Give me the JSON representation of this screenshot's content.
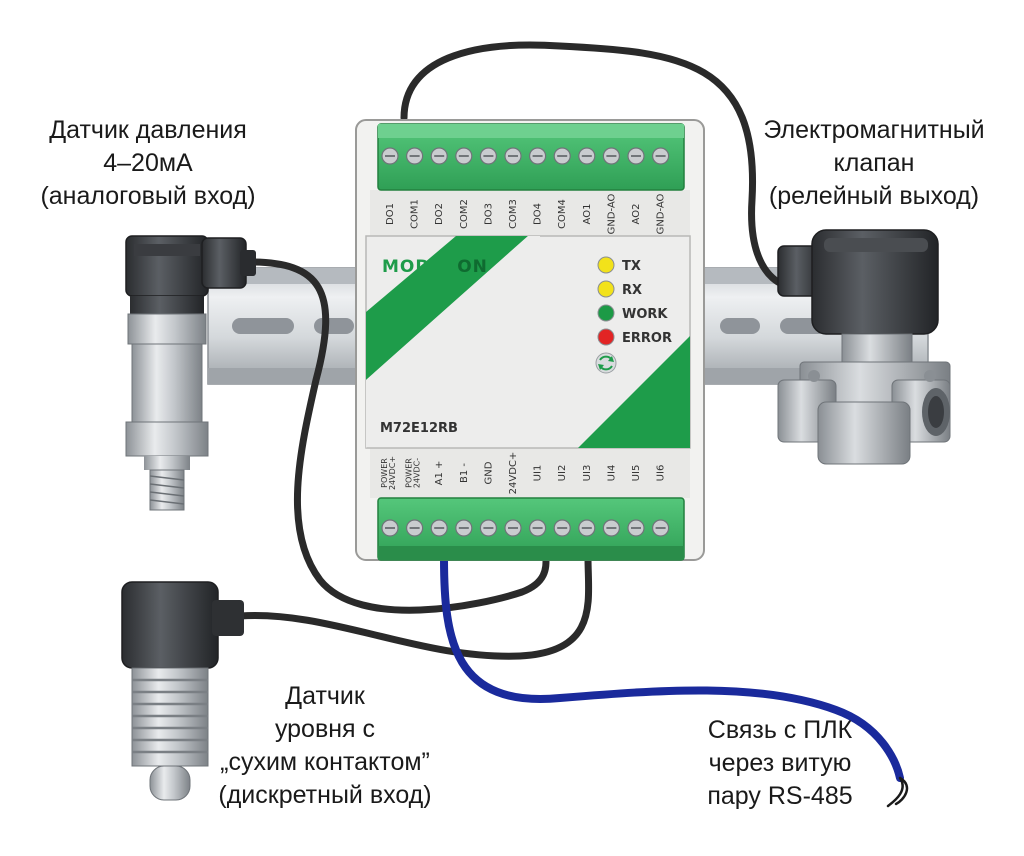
{
  "device": {
    "brand_a": "MODER",
    "brand_b": "ON",
    "model": "M72E12RB",
    "leds": [
      {
        "label": "TX",
        "color": "#f2e21a"
      },
      {
        "label": "RX",
        "color": "#f2e21a"
      },
      {
        "label": "WORK",
        "color": "#1c9a46"
      },
      {
        "label": "ERROR",
        "color": "#e22424"
      }
    ],
    "top_terminals": [
      "DO1",
      "COM1",
      "DO2",
      "COM2",
      "DO3",
      "COM3",
      "DO4",
      "COM4",
      "AO1",
      "GND-AO",
      "AO2",
      "GND-AO"
    ],
    "bottom_terminals": [
      "POWER 24VDC+",
      "POWER 24VDC-",
      "A1 +",
      "B1 -",
      "GND",
      "24VDC+",
      "UI1",
      "UI2",
      "UI3",
      "UI4",
      "UI5",
      "UI6"
    ]
  },
  "labels": {
    "pressure_sensor": [
      "Датчик давления",
      "4–20мА",
      "(аналоговый  вход)"
    ],
    "valve": [
      "Электромагнитный",
      "клапан",
      "(релейный выход)"
    ],
    "level_sensor": [
      "Датчик",
      "уровня с",
      "„сухим контактом”",
      "(дискретный вход)"
    ],
    "plc": [
      "Связь с ПЛК",
      "через витую",
      "пару RS-485"
    ]
  },
  "colors": {
    "accent_green": "#1e9c4a",
    "terminal_green": "#3fbb66",
    "rs485_cable": "#1a2a9c",
    "cable": "#2a2a2a"
  }
}
